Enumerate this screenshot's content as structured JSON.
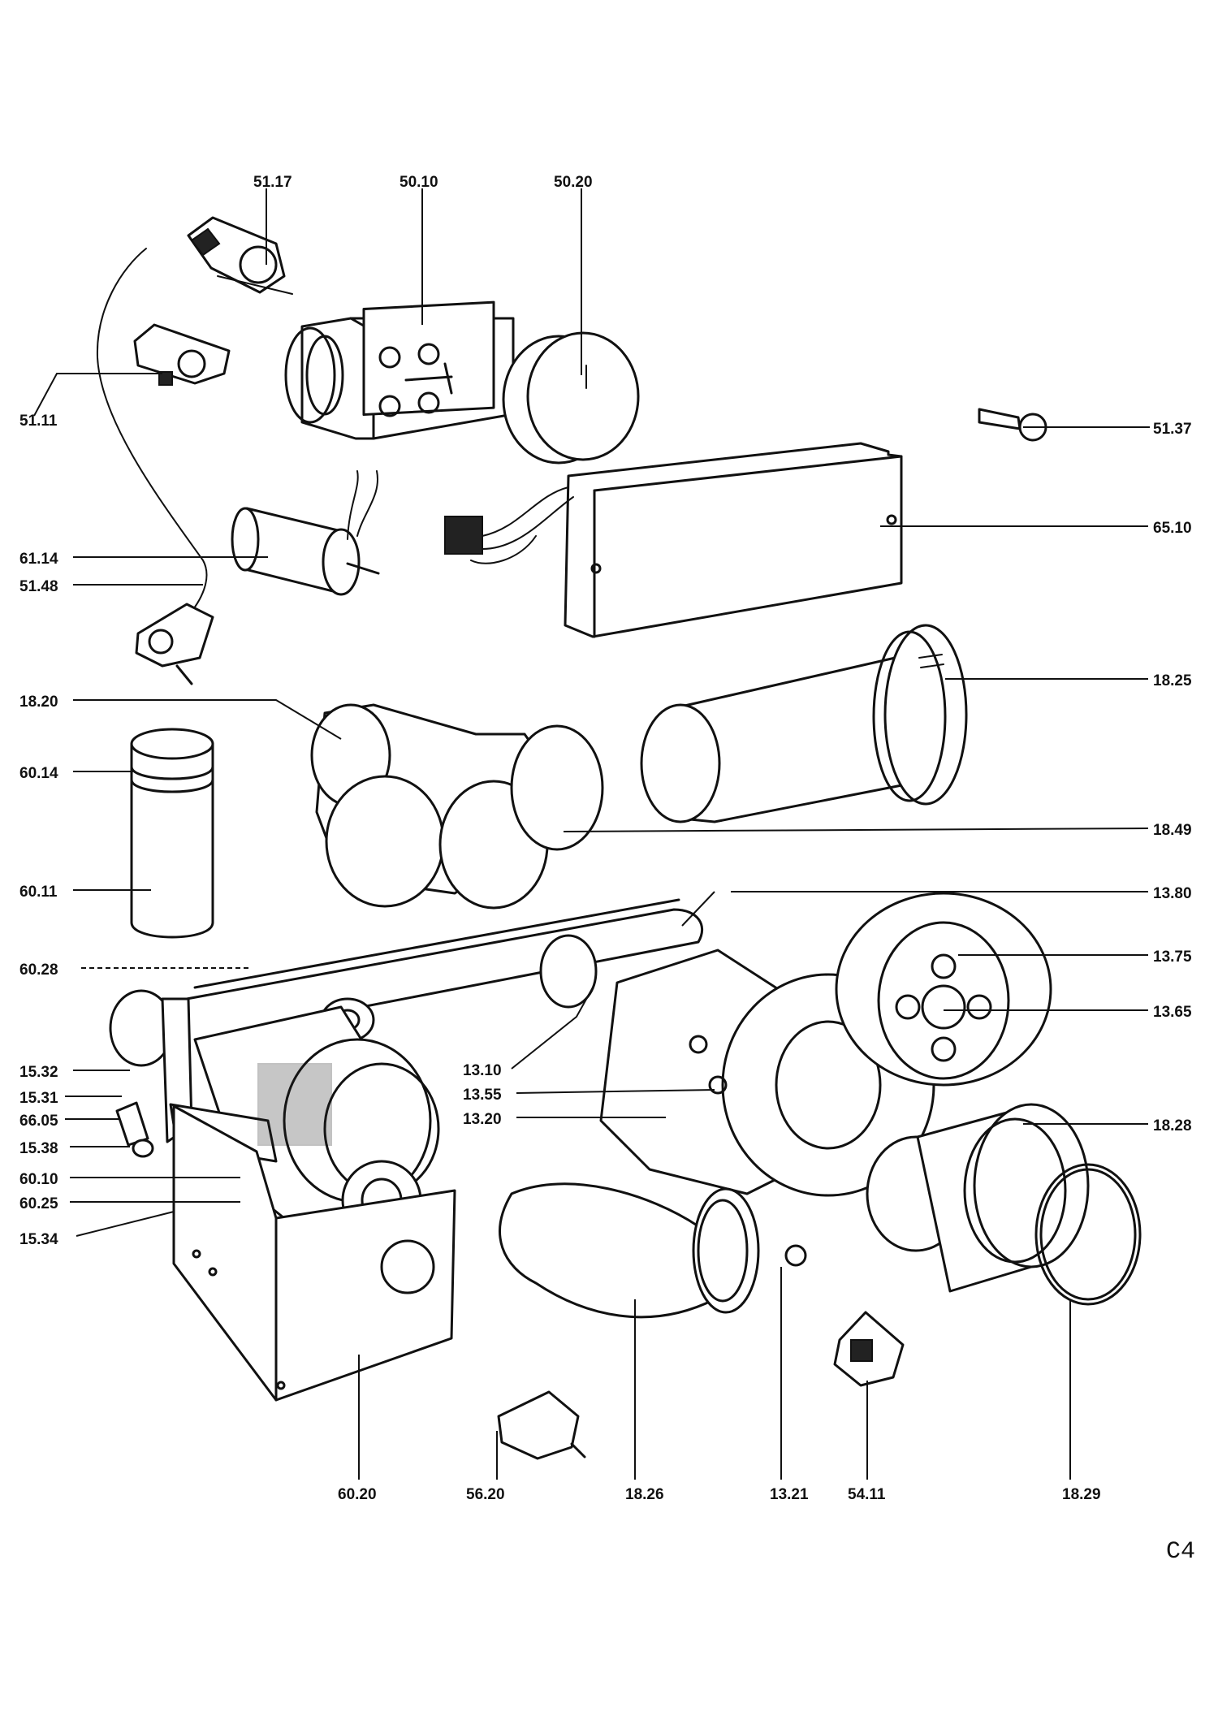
{
  "callouts": {
    "c5117": "51.17",
    "c5010": "50.10",
    "c5020": "50.20",
    "c5111": "51.11",
    "c5137": "51.37",
    "c6510": "65.10",
    "c6114": "61.14",
    "c5148": "51.48",
    "c1820": "18.20",
    "c1825": "18.25",
    "c6014": "60.14",
    "c1849": "18.49",
    "c6011": "60.11",
    "c1380": "13.80",
    "c6028": "60.28",
    "c1375": "13.75",
    "c1365": "13.65",
    "c1532": "15.32",
    "c1310": "13.10",
    "c1531": "15.31",
    "c1355": "13.55",
    "c6605": "66.05",
    "c1320": "13.20",
    "c1828": "18.28",
    "c1538": "15.38",
    "c6010": "60.10",
    "c6025": "60.25",
    "c1534": "15.34",
    "c6020": "60.20",
    "c5620": "56.20",
    "c1826": "18.26",
    "c1321": "13.21",
    "c5411": "54.11",
    "c1829": "18.29"
  },
  "sheet_label": "C4"
}
